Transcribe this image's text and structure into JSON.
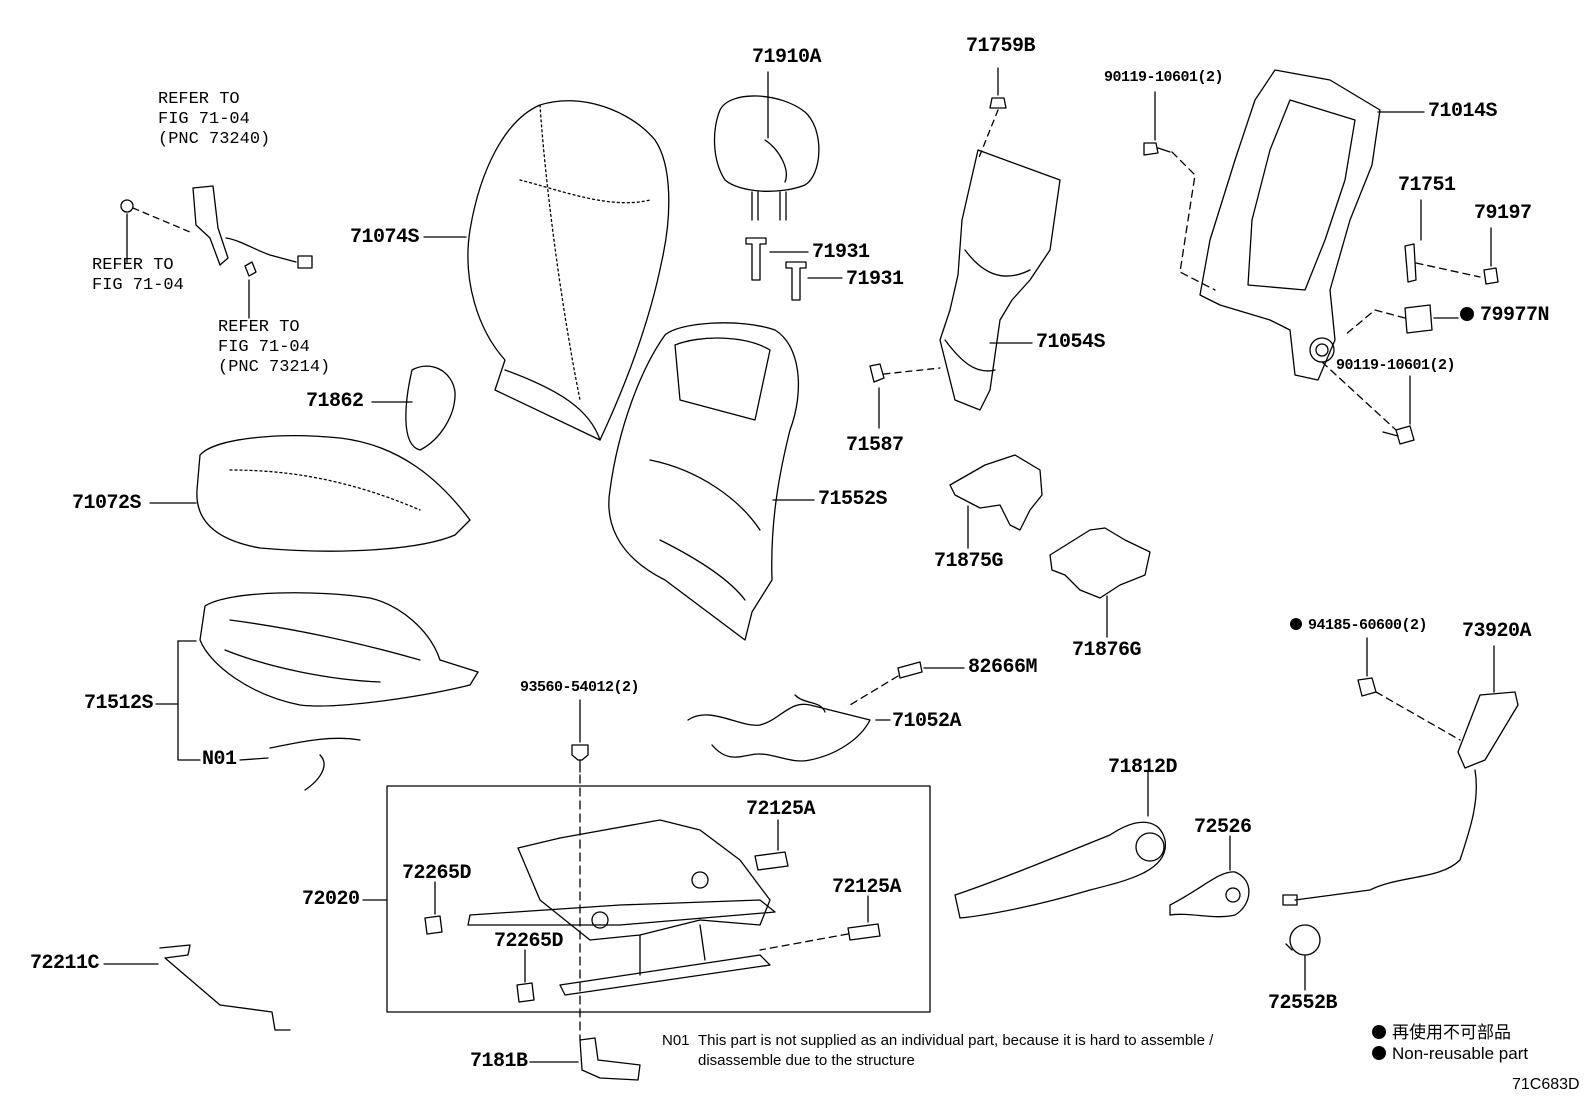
{
  "labels": {
    "p71910A": "71910A",
    "p71759B": "71759B",
    "p90119_top": "90119-10601(2)",
    "p71014S": "71014S",
    "p71751": "71751",
    "p79197": "79197",
    "p79977N": "79977N",
    "p90119_mid": "90119-10601(2)",
    "p71074S": "71074S",
    "p71931a": "71931",
    "p71931b": "71931",
    "p71054S": "71054S",
    "p71862": "71862",
    "p71587": "71587",
    "p71072S": "71072S",
    "p71552S": "71552S",
    "p71875G": "71875G",
    "p71876G": "71876G",
    "p94185": "94185-60600(2)",
    "p73920A": "73920A",
    "p82666M": "82666M",
    "p71052A": "71052A",
    "p93560": "93560-54012(2)",
    "p71512S": "71512S",
    "pN01": "N01",
    "p71812D": "71812D",
    "p72125A_a": "72125A",
    "p72125A_b": "72125A",
    "p72526": "72526",
    "p72265D_a": "72265D",
    "p72265D_b": "72265D",
    "p72020": "72020",
    "p72211C": "72211C",
    "p72552B": "72552B",
    "p7181B": "7181B"
  },
  "refs": {
    "ref_top": "REFER TO\nFIG 71-04\n(PNC 73240)",
    "ref_left": "REFER TO\nFIG 71-04",
    "ref_bottom": "REFER TO\nFIG 71-04\n(PNC 73214)"
  },
  "note": {
    "code": "N01",
    "line1": "This part is not supplied as an individual part, because it is hard to assemble /",
    "line2": "disassemble due to the structure"
  },
  "legend": {
    "japanese": "再使用不可部品",
    "english": "Non-reusable part"
  },
  "figure_code": "71C683D"
}
